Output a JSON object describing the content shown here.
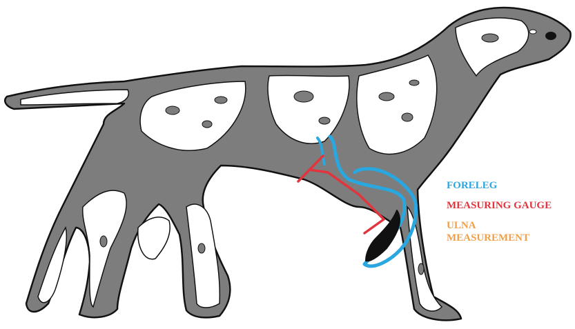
{
  "legend": {
    "foreleg": "FORELEG",
    "measuring_gauge": "MEASURING GAUGE",
    "ulna_line1": "ULNA",
    "ulna_line2": "MEASUREMENT"
  },
  "colors": {
    "foreleg": "#2aa7df",
    "measuring_gauge": "#e2343d",
    "ulna_measurement": "#f0a04a",
    "coat_grey": "#7d7d7d",
    "outline": "#111111"
  }
}
